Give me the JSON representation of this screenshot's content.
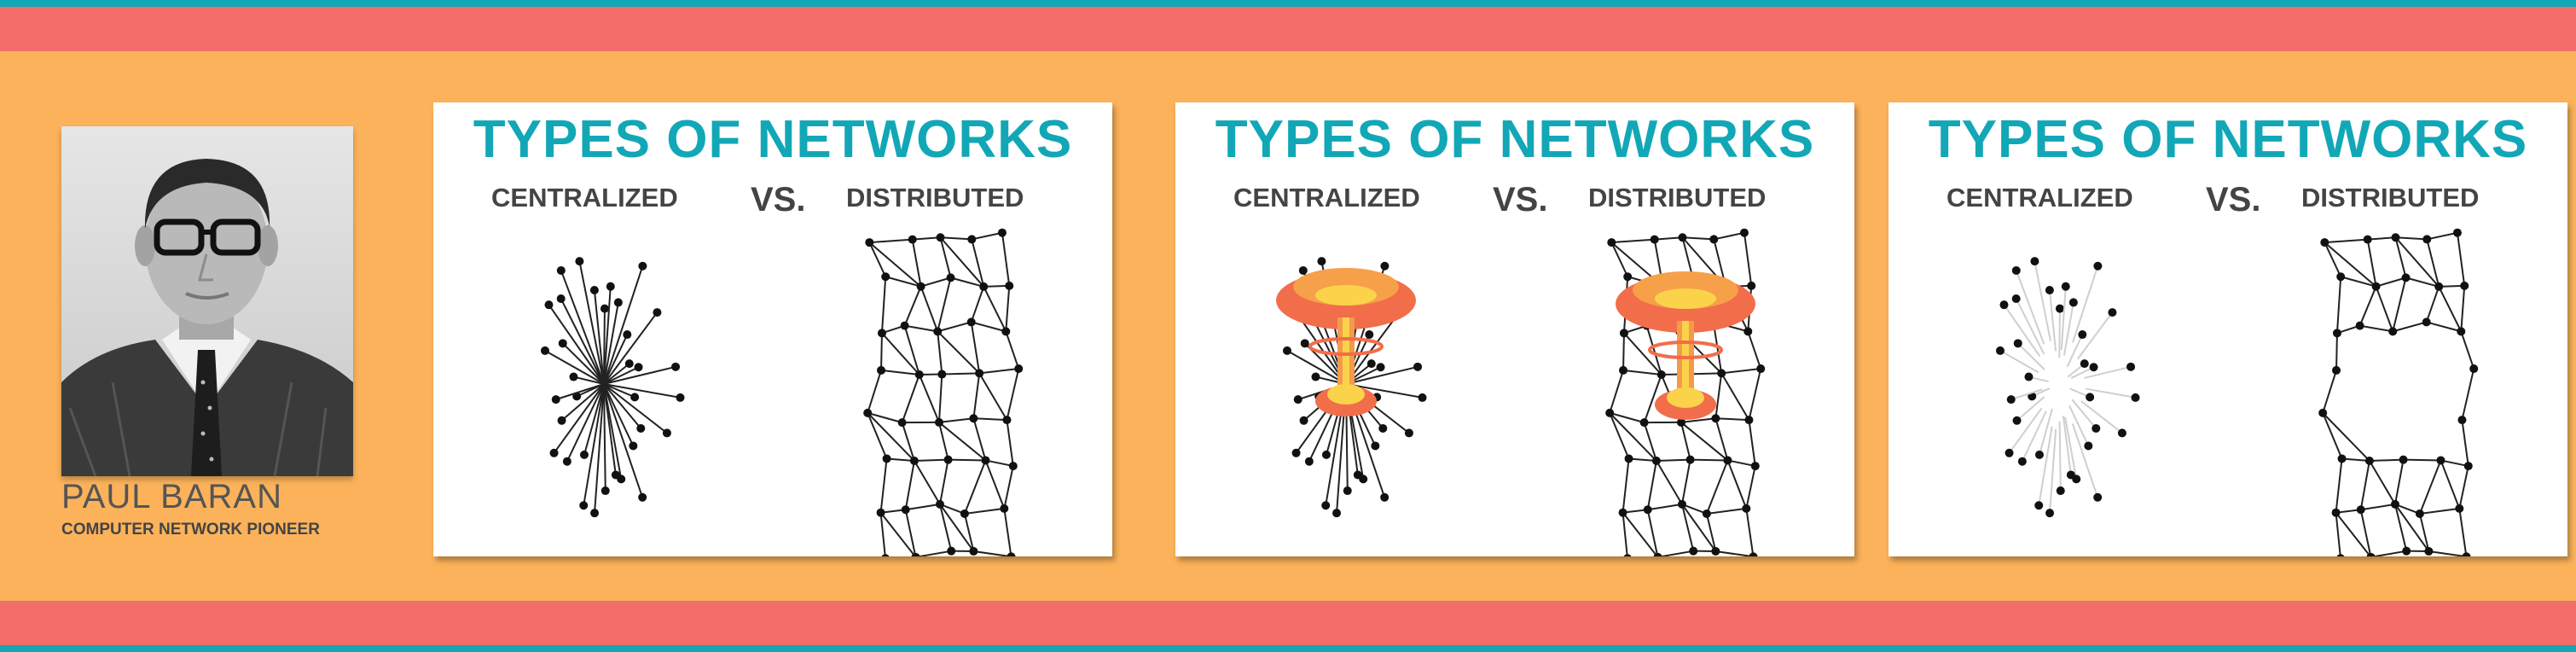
{
  "colors": {
    "teal": "#12a7b6",
    "coral": "#f26d6a",
    "orange": "#fbb25a",
    "text": "#444444"
  },
  "portrait": {
    "name": "PAUL BARAN",
    "subtitle": "COMPUTER NETWORK PIONEER"
  },
  "slides": [
    {
      "title": "TYPES OF NETWORKS",
      "left_label": "CENTRALIZED",
      "vs": "VS.",
      "right_label": "DISTRIBUTED",
      "variant": "normal"
    },
    {
      "title": "TYPES OF NETWORKS",
      "left_label": "CENTRALIZED",
      "vs": "VS.",
      "right_label": "DISTRIBUTED",
      "variant": "explosion"
    },
    {
      "title": "TYPES OF NETWORKS",
      "left_label": "CENTRALIZED",
      "vs": "VS.",
      "right_label": "DISTRIBUTED",
      "variant": "after"
    }
  ]
}
